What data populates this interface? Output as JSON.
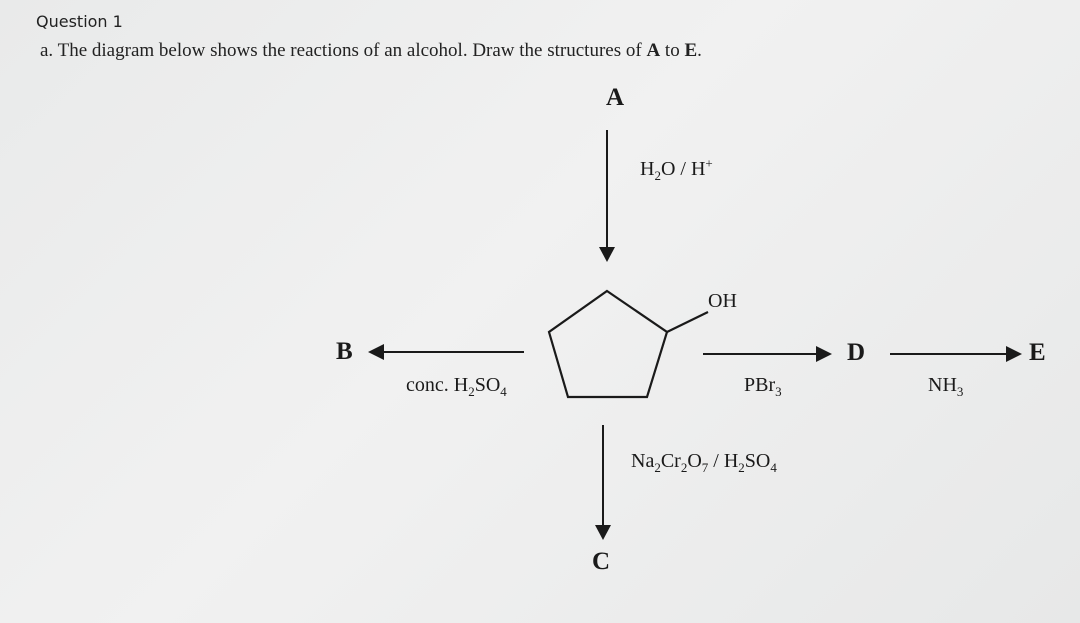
{
  "question": {
    "title": "Question 1",
    "part": "a.",
    "text_before_a": "The diagram below shows the reactions of an alcohol. Draw the structures of",
    "letter_a": "A",
    "to": "to",
    "letter_e": "E",
    "period": "."
  },
  "scheme": {
    "A": "A",
    "B": "B",
    "C": "C",
    "D": "D",
    "E": "E",
    "oh_label": "OH",
    "hydration": {
      "h": "H",
      "sub2": "2",
      "o": "O / H",
      "sup": "+"
    },
    "conc": {
      "prefix": "conc. H",
      "sub2": "2",
      "so": "SO",
      "sub4": "4"
    },
    "pbr3": {
      "pbr": "PBr",
      "sub3": "3"
    },
    "oxidation": {
      "na": "Na",
      "s1": "2",
      "cr": "Cr",
      "s2": "2",
      "o": "O",
      "s3": "7",
      "slash": " / H",
      "s4": "2",
      "so": "SO",
      "s5": "4"
    },
    "nh3": {
      "nh": "NH",
      "sub3": "3"
    }
  }
}
